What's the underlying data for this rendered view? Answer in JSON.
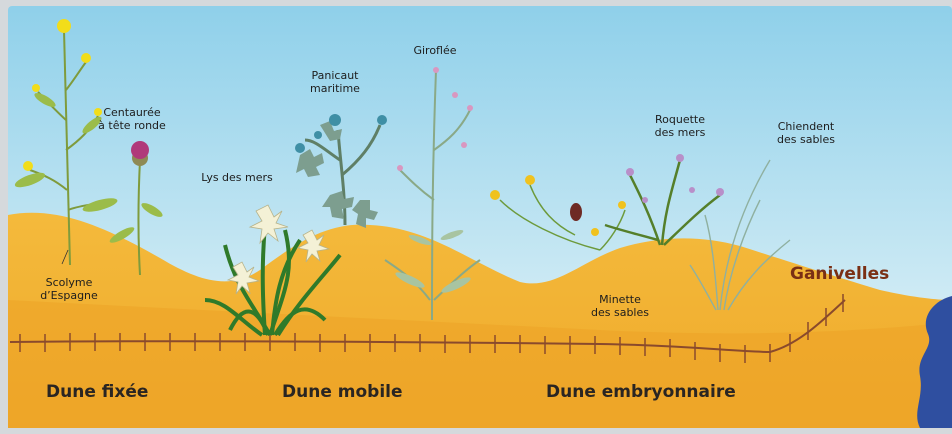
{
  "colors": {
    "sky_top": "#8fd0ea",
    "sky_bottom": "#e9f5f8",
    "sand": "#f2b233",
    "sand_dark": "#e49a1e",
    "fence": "#8a4a2c",
    "ganivelles_text": "#7a2f14",
    "sea": "#2f4fa0",
    "frame": "#d5d9dc"
  },
  "plants": {
    "scolyme": "Scolyme\nd’Espagne",
    "centauree": "Centaurée\nà tête ronde",
    "lys": "Lys des mers",
    "panicaut": "Panicaut\nmaritime",
    "giroflee": "Giroflée",
    "roquette": "Roquette\ndes mers",
    "chiendent": "Chiendent\ndes sables",
    "minette": "Minette\ndes sables"
  },
  "zones": {
    "fixee": "Dune fixée",
    "mobile": "Dune mobile",
    "embryonnaire": "Dune embryonnaire"
  },
  "fence_label": "Ganivelles"
}
